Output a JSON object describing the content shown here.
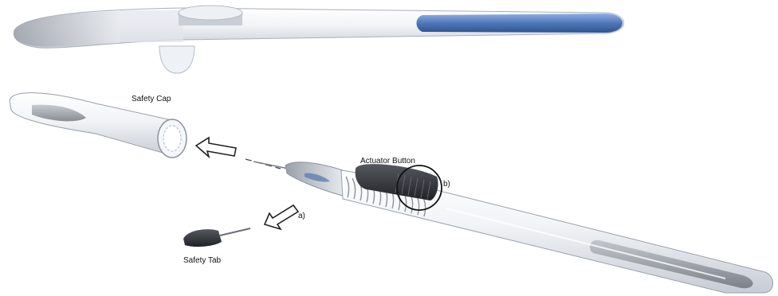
{
  "labels": {
    "safety_cap": "Safety Cap",
    "actuator_button": "Actuator Button",
    "safety_tab": "Safety Tab",
    "marker_a": "a)",
    "marker_b": "b)"
  },
  "colors": {
    "body_white": "#f4f6f9",
    "body_shadow": "#c9ced6",
    "window_blue": "#4f77b8",
    "window_grey": "#8e939a",
    "dark_part": "#2f3237",
    "outline": "#9aa0a8"
  }
}
